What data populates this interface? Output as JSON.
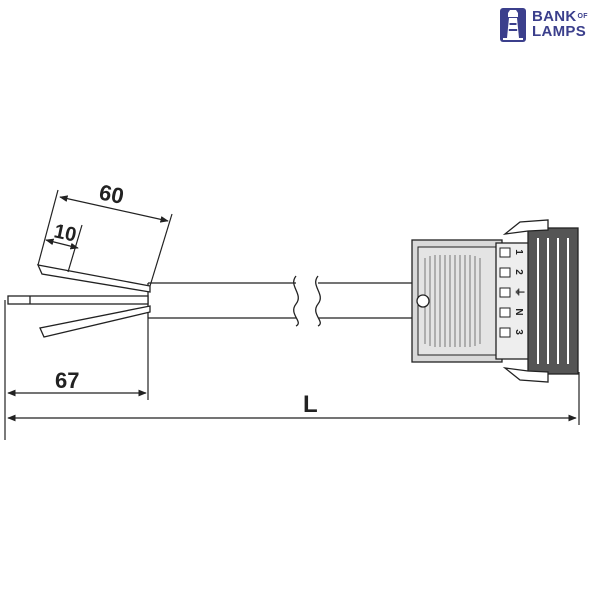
{
  "logo": {
    "line1": "BANK",
    "line1_suffix": "OF",
    "line2": "LAMPS",
    "color": "#3b3f8c"
  },
  "dimensions": {
    "wire_strip": "10",
    "wire_length": "60",
    "sheath_strip": "67",
    "total_length": "L"
  },
  "connector": {
    "pin_labels": [
      "1",
      "2",
      "⏚",
      "N",
      "3"
    ]
  },
  "colors": {
    "line": "#222222",
    "connector_body": "#d9d9d9",
    "connector_dark": "#555555"
  }
}
